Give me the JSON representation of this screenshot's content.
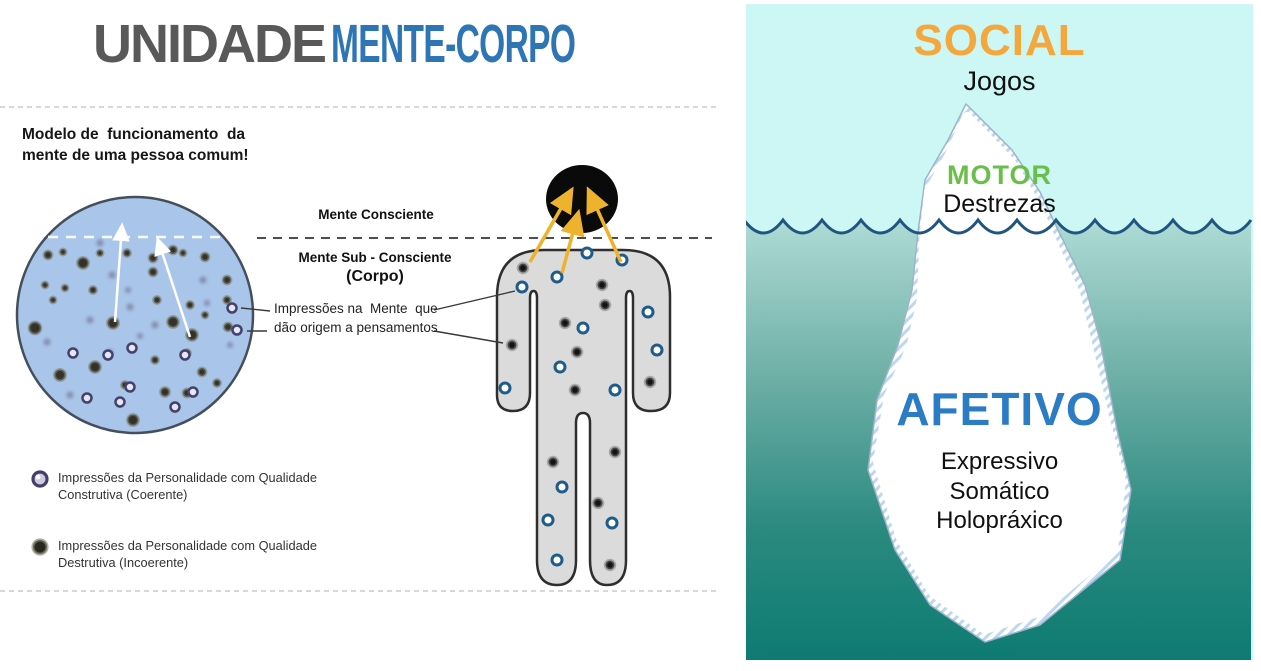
{
  "colors": {
    "title_gray": "#595959",
    "title_blue": "#2e75b6",
    "social_orange": "#f4a73d",
    "motor_green": "#6abf48",
    "afetivo_blue": "#2b7cc4",
    "circle_fill": "#a9c6ea",
    "body_fill": "#dbdbdb",
    "ring_blue": "#1f5c8b",
    "arrow_yellow": "#eeb22d",
    "sky": "#ccf7f5",
    "water_deep": "#0d7b72",
    "wave_stroke": "#20557f"
  },
  "left_panel": {
    "title_part1": "UNIDADE",
    "title_part2": "MENTE-CORPO",
    "model_caption_line1": "Modelo de  funcionamento  da",
    "model_caption_line2": "mente de uma pessoa comum!",
    "label_conscious": "Mente Consciente",
    "label_subconscious": "Mente Sub - Consciente",
    "label_body": "(Corpo)",
    "note_line1": "Impressões na  Mente  que",
    "note_line2": "dão origem a pensamentos",
    "legend": [
      {
        "line1": "Impressões da Personalidade com Qualidade",
        "line2": "Construtiva (Coerente)"
      },
      {
        "line1": "Impressões da Personalidade com Qualidade",
        "line2": "Destrutiva (Incoerente)"
      }
    ]
  },
  "right_panel": {
    "social_label": "SOCIAL",
    "social_sub": "Jogos",
    "motor_label": "MOTOR",
    "motor_sub": "Destrezas",
    "afetivo_label": "AFETIVO",
    "afetivo_sub1": "Expressivo",
    "afetivo_sub2": "Somático",
    "afetivo_sub3": "Holopráxico"
  }
}
